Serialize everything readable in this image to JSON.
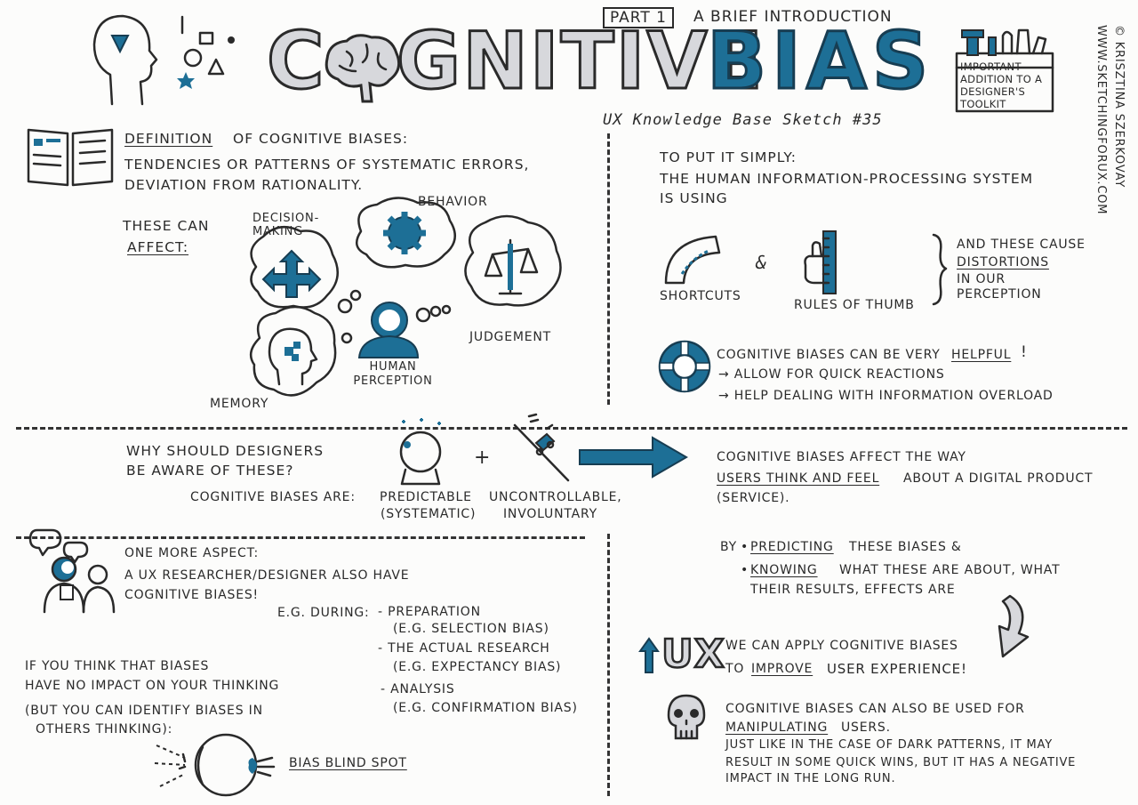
{
  "header": {
    "part_label": "PART 1",
    "subtitle": "A BRIEF INTRODUCTION",
    "title_word1": "COGNITIVE",
    "title_word2": "BIAS",
    "series": "UX Knowledge Base Sketch #35",
    "toolkit_note": "IMPORTANT ADDITION TO A DESIGNER'S TOOLKIT",
    "credit_line1": "© KRISZTINA SZERKOVAY",
    "credit_line2": "WWW.SKETCHINGFORUX.COM"
  },
  "definition": {
    "heading_underlined": "DEFINITION",
    "heading_rest": "OF COGNITIVE BIASES:",
    "line1": "TENDENCIES OR PATTERNS OF SYSTEMATIC ERRORS,",
    "line2": "DEVIATION FROM RATIONALITY.",
    "affect_label1": "THESE CAN",
    "affect_label2": "AFFECT:",
    "bubbles": {
      "decision": "DECISION-MAKING",
      "behavior": "BEHAVIOR",
      "judgement": "JUDGEMENT",
      "memory": "MEMORY",
      "perception": "HUMAN PERCEPTION"
    }
  },
  "simply": {
    "heading": "TO PUT IT SIMPLY:",
    "line1": "THE HUMAN INFORMATION-PROCESSING SYSTEM",
    "line2": "IS USING",
    "shortcuts": "SHORTCUTS",
    "amp": "&",
    "rules": "RULES OF THUMB",
    "cause1": "AND THESE CAUSE",
    "cause2": "DISTORTIONS",
    "cause3": "IN OUR",
    "cause4": "PERCEPTION",
    "helpful_pre": "COGNITIVE BIASES CAN BE VERY",
    "helpful_word": "HELPFUL",
    "helpful_excl": "!",
    "point1": "→ ALLOW FOR QUICK REACTIONS",
    "point2": "→ HELP DEALING WITH INFORMATION OVERLOAD"
  },
  "designers": {
    "q1": "WHY SHOULD DESIGNERS",
    "q2": "BE AWARE OF THESE?",
    "are": "COGNITIVE BIASES ARE:",
    "predictable1": "PREDICTABLE",
    "predictable2": "(SYSTEMATIC)",
    "plus": "+",
    "uncontrollable1": "UNCONTROLLABLE,",
    "uncontrollable2": "INVOLUNTARY",
    "affect1": "COGNITIVE BIASES AFFECT THE WAY",
    "affect2_u": "USERS THINK AND FEEL",
    "affect2_rest": "ABOUT A DIGITAL PRODUCT",
    "affect3": "(SERVICE)."
  },
  "aspect": {
    "heading": "ONE MORE ASPECT:",
    "line1": "A UX RESEARCHER/DESIGNER ALSO HAVE",
    "line2": "COGNITIVE BIASES!",
    "eg": "E.G. DURING:",
    "items": [
      {
        "label": "- PREPARATION",
        "sub": "(E.G. SELECTION BIAS)"
      },
      {
        "label": "- THE ACTUAL RESEARCH",
        "sub": "(E.G. EXPECTANCY BIAS)"
      },
      {
        "label": "- ANALYSIS",
        "sub": "(E.G. CONFIRMATION BIAS)"
      }
    ],
    "blind1": "IF YOU THINK THAT BIASES",
    "blind2": "HAVE NO IMPACT ON YOUR THINKING",
    "blind3": "(BUT YOU CAN IDENTIFY BIASES IN",
    "blind4": "OTHERS THINKING):",
    "blind_label": "BIAS BLIND SPOT"
  },
  "apply": {
    "by": "BY",
    "predicting_u": "PREDICTING",
    "predicting_rest": "THESE BIASES &",
    "knowing_u": "KNOWING",
    "knowing_rest": "WHAT THESE ARE ABOUT, WHAT",
    "knowing_line2": "THEIR RESULTS, EFFECTS ARE",
    "ux": "UX",
    "apply1": "WE CAN APPLY COGNITIVE BIASES",
    "apply2_pre": "TO",
    "apply2_u": "IMPROVE",
    "apply2_rest": "USER EXPERIENCE!",
    "manip1": "COGNITIVE BIASES CAN ALSO BE USED FOR",
    "manip2_u": "MANIPULATING",
    "manip2_rest": "USERS.",
    "manip3": "JUST LIKE IN THE CASE OF DARK PATTERNS, IT MAY",
    "manip4": "RESULT IN SOME QUICK WINS, BUT IT HAS A NEGATIVE",
    "manip5": "IMPACT IN THE LONG RUN."
  },
  "colors": {
    "accent": "#1d6f96",
    "ink": "#2a2a2a",
    "grey_fill": "#d7d8dc"
  }
}
